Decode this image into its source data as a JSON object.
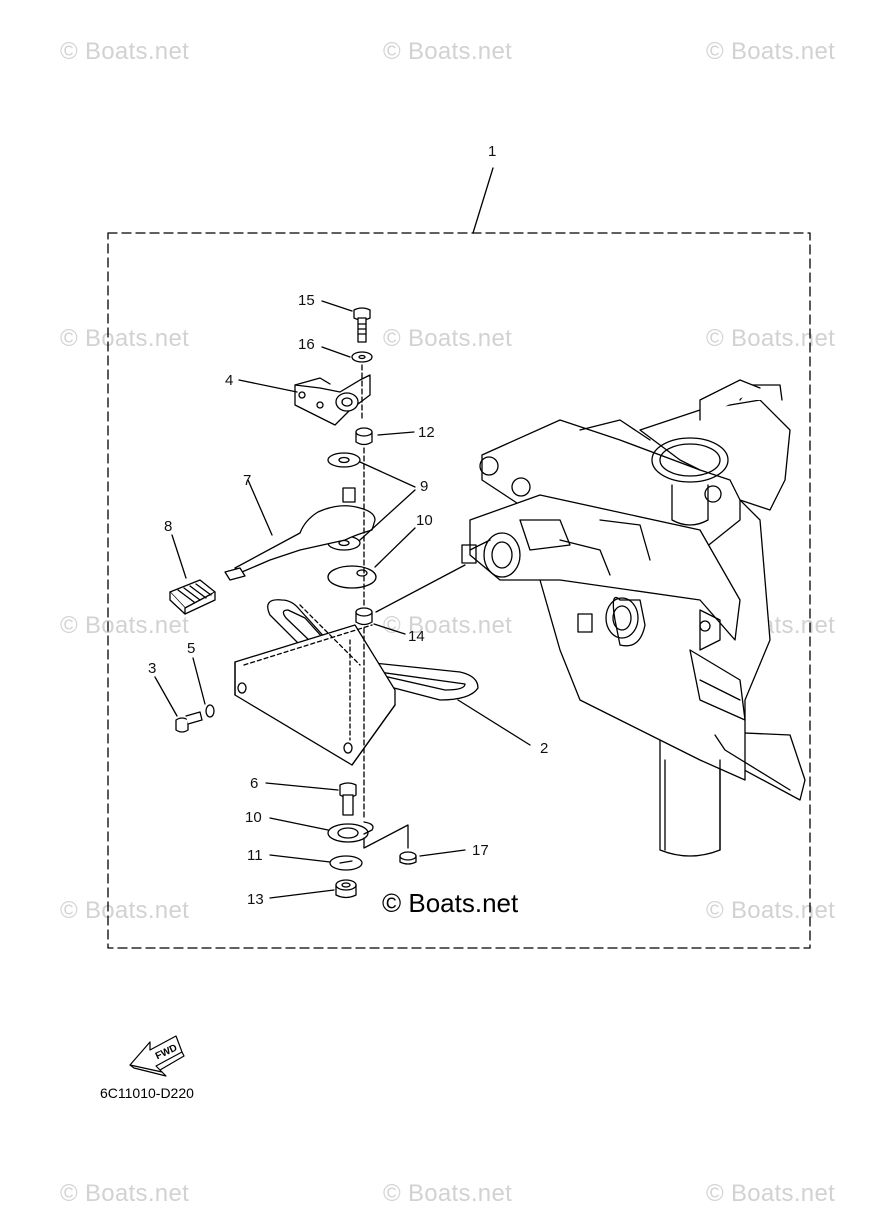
{
  "watermark": "© Boats.net",
  "center_watermark": "© Boats.net",
  "diagram_code": "6C11010-D220",
  "fwd_label": "FWD",
  "callouts": {
    "c1": "1",
    "c2": "2",
    "c3": "3",
    "c4": "4",
    "c5": "5",
    "c6": "6",
    "c7": "7",
    "c8": "8",
    "c9": "9",
    "c10a": "10",
    "c10b": "10",
    "c11": "11",
    "c12": "12",
    "c13": "13",
    "c14": "14",
    "c15": "15",
    "c16": "16",
    "c17": "17"
  }
}
